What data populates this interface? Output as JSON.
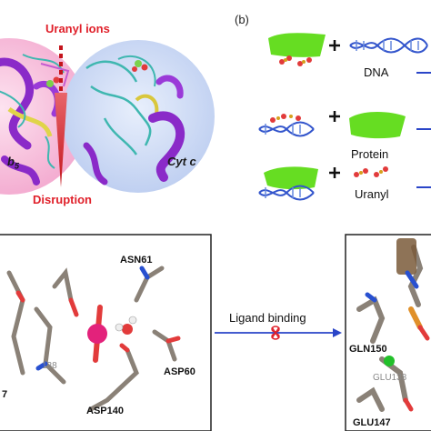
{
  "panel_a": {
    "top_label": "Uranyl ions",
    "bottom_label": "Disruption",
    "left_protein_label": "b",
    "left_protein_subscript": "5",
    "right_protein_label": "Cyt c"
  },
  "panel_b": {
    "tag": "(b)",
    "rows": [
      {
        "label": "DNA"
      },
      {
        "label": "Protein"
      },
      {
        "label": "Uranyl"
      }
    ]
  },
  "panel_c": {
    "arrow_label": "Ligand binding",
    "left_residues": [
      "ASN61",
      "ASP60",
      "ASP140"
    ],
    "left_gray_residue": "138",
    "left_partial_residue": "7",
    "right_residues": [
      "GLN150",
      "GLU147"
    ],
    "right_gray_residue": "GLU138"
  },
  "colors": {
    "red_label": "#e0202a",
    "pink_sphere": "#f6b8d8",
    "blue_sphere": "#c9d9f5",
    "green_protein": "#66dd22",
    "dna_blue": "#3355cc",
    "arrow_blue": "#2a45c8"
  }
}
